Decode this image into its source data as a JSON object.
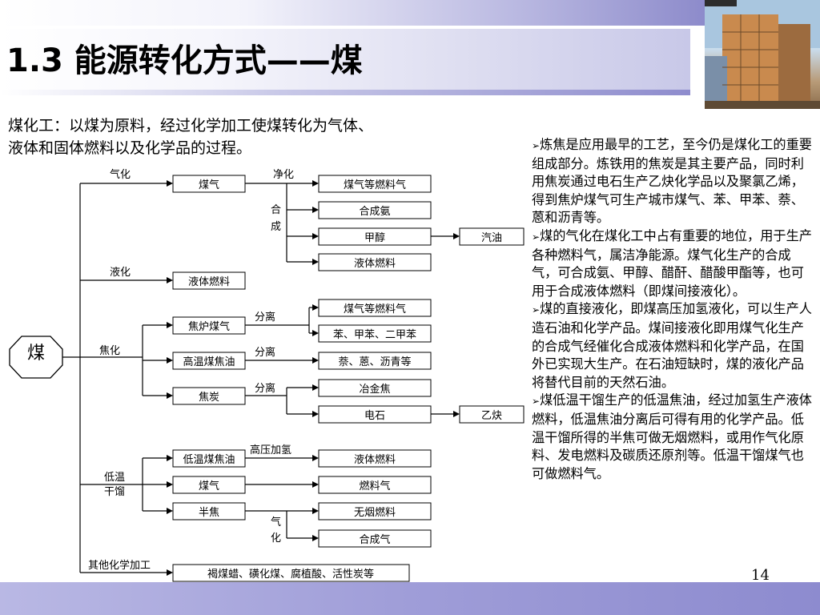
{
  "title": "1.3 能源转化方式——煤",
  "intro": [
    "煤化工：以煤为原料，经过化学加工使煤转化为气体、",
    "液体和固体燃料以及化学品的过程。"
  ],
  "diagram": {
    "root": "煤",
    "branch_labels": {
      "gasify": "气化",
      "liquefy": "液化",
      "coking": "焦化",
      "lowtemp_1": "低温",
      "lowtemp_2": "干馏",
      "other": "其他化学加工"
    },
    "step_labels": {
      "purify": "净化",
      "synth_1": "合",
      "synth_2": "成",
      "sep_1": "分离",
      "sep_2": "分离",
      "sep_3": "分离",
      "hydro": "高压加氢",
      "gasify2_1": "气",
      "gasify2_2": "化"
    },
    "boxes": {
      "coal_gas": "煤气",
      "gas_fuel": "煤气等燃料气",
      "ammonia": "合成氨",
      "methanol": "甲醇",
      "gasoline": "汽油",
      "liquid_fuel_1": "液体燃料",
      "liquid_fuel_2": "液体燃料",
      "coke_gas": "焦炉煤气",
      "gas_fuel_2": "煤气等燃料气",
      "benzene": "苯、甲苯、二甲苯",
      "ht_tar": "高温煤焦油",
      "naphthalene": "萘、蒽、沥青等",
      "coke": "焦炭",
      "met_coke": "冶金焦",
      "carbide": "电石",
      "acetylene": "乙炔",
      "lt_tar": "低温煤焦油",
      "liquid_fuel_3": "液体燃料",
      "coal_gas_2": "煤气",
      "fuel_gas": "燃料气",
      "semi_coke": "半焦",
      "smokeless": "无烟燃料",
      "syngas": "合成气",
      "other_products": "褐煤蜡、磺化煤、腐植酸、活性炭等"
    }
  },
  "side_paragraphs": [
    "炼焦是应用最早的工艺，至今仍是煤化工的重要组成部分。炼铁用的焦炭是其主要产品，同时利用焦炭通过电石生产乙炔化学品以及聚氯乙烯，得到焦炉煤气可生产城市煤气、苯、甲苯、萘、蒽和沥青等。",
    "煤的气化在煤化工中占有重要的地位，用于生产各种燃料气，属洁净能源。煤气化生产的合成气，可合成氨、甲醇、醋酐、醋酸甲酯等，也可用于合成液体燃料（即煤间接液化）。",
    "煤的直接液化，即煤高压加氢液化，可以生产人造石油和化学产品。煤间接液化即用煤气化生产的合成气经催化合成液体燃料和化学产品，在国外已实现大生产。在石油短缺时，煤的液化产品将替代目前的天然石油。",
    "煤低温干馏生产的低温焦油，经过加氢生产液体燃料，低温焦油分离后可得有用的化学产品。低温干馏所得的半焦可做无烟燃料，或用作气化原料、发电燃料及碳质还原剂等。低温干馏煤气也可做燃料气。"
  ],
  "bullet": "➢",
  "page_number": "14"
}
